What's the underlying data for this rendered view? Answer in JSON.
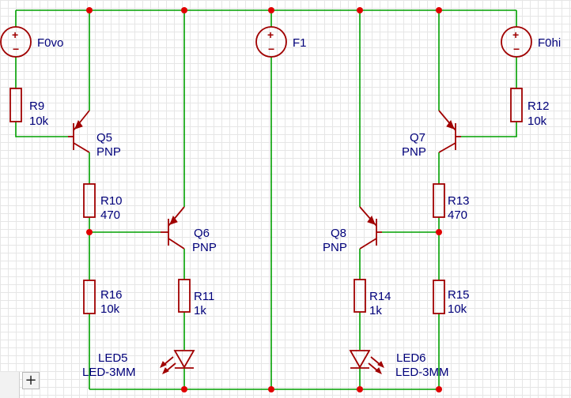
{
  "colors": {
    "wire": "#00a000",
    "component": "#a00000",
    "label": "#00007a",
    "junction": "#e00000"
  },
  "sources": [
    {
      "name": "F0vo"
    },
    {
      "name": "F1"
    },
    {
      "name": "F0hi"
    }
  ],
  "transistors": [
    {
      "name": "Q5",
      "type": "PNP"
    },
    {
      "name": "Q6",
      "type": "PNP"
    },
    {
      "name": "Q7",
      "type": "PNP"
    },
    {
      "name": "Q8",
      "type": "PNP"
    }
  ],
  "resistors": [
    {
      "name": "R9",
      "value": "10k"
    },
    {
      "name": "R10",
      "value": "470"
    },
    {
      "name": "R16",
      "value": "10k"
    },
    {
      "name": "R11",
      "value": "1k"
    },
    {
      "name": "R12",
      "value": "10k"
    },
    {
      "name": "R13",
      "value": "470"
    },
    {
      "name": "R14",
      "value": "1k"
    },
    {
      "name": "R15",
      "value": "10k"
    }
  ],
  "leds": [
    {
      "name": "LED5",
      "value": "LED-3MM"
    },
    {
      "name": "LED6",
      "value": "LED-3MM"
    }
  ],
  "toolbar": {
    "zoom_icon": "+"
  }
}
